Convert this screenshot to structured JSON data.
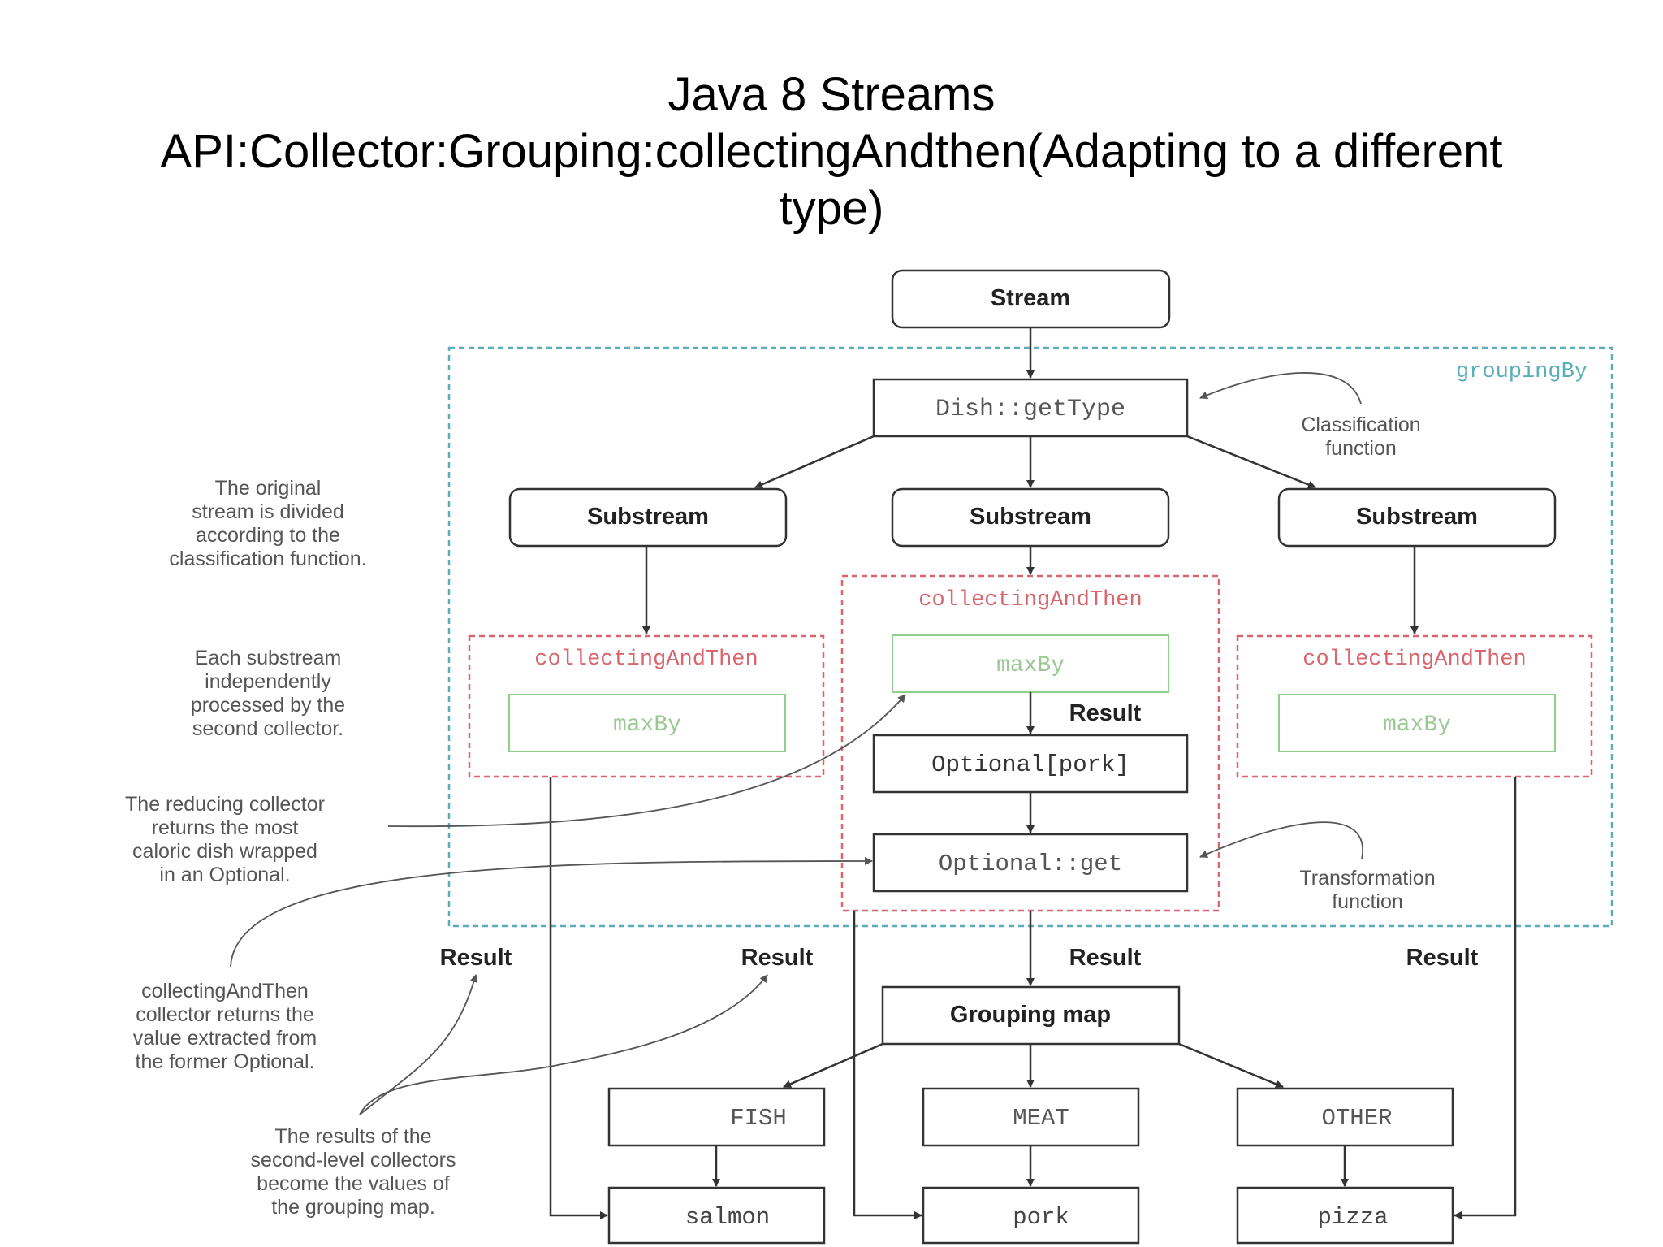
{
  "title": {
    "line1": "Java 8 Streams",
    "line2": "API:Collector:Grouping:collectingAndthen(Adapting to a different",
    "line3": "type)"
  },
  "diagram": {
    "stream": "Stream",
    "grouping_by": "groupingBy",
    "classifier": "Dish::getType",
    "classification_note": [
      "Classification",
      "function"
    ],
    "substream": "Substream",
    "collecting_and_then": "collectingAndThen",
    "max_by": "maxBy",
    "result": "Result",
    "optional_pork": "Optional[pork]",
    "optional_get": "Optional::get",
    "transformation_note": [
      "Transformation",
      "function"
    ],
    "grouping_map": "Grouping map",
    "keys": [
      "FISH",
      "MEAT",
      "OTHER"
    ],
    "values": [
      "salmon",
      "pork",
      "pizza"
    ],
    "notes": {
      "original_stream": [
        "The original",
        "stream is divided",
        "according to the",
        "classification function."
      ],
      "substream_processed": [
        "Each substream",
        "independently",
        "processed by the",
        "second collector."
      ],
      "reducing_collector": [
        "The reducing collector",
        "returns the most",
        "caloric dish wrapped",
        "in an Optional."
      ],
      "collecting_returns": [
        "collectingAndThen",
        "collector returns the",
        "value extracted from",
        "the former Optional."
      ],
      "results_values": [
        "The results of the",
        "second-level collectors",
        "become the values of",
        "the grouping map."
      ]
    }
  }
}
